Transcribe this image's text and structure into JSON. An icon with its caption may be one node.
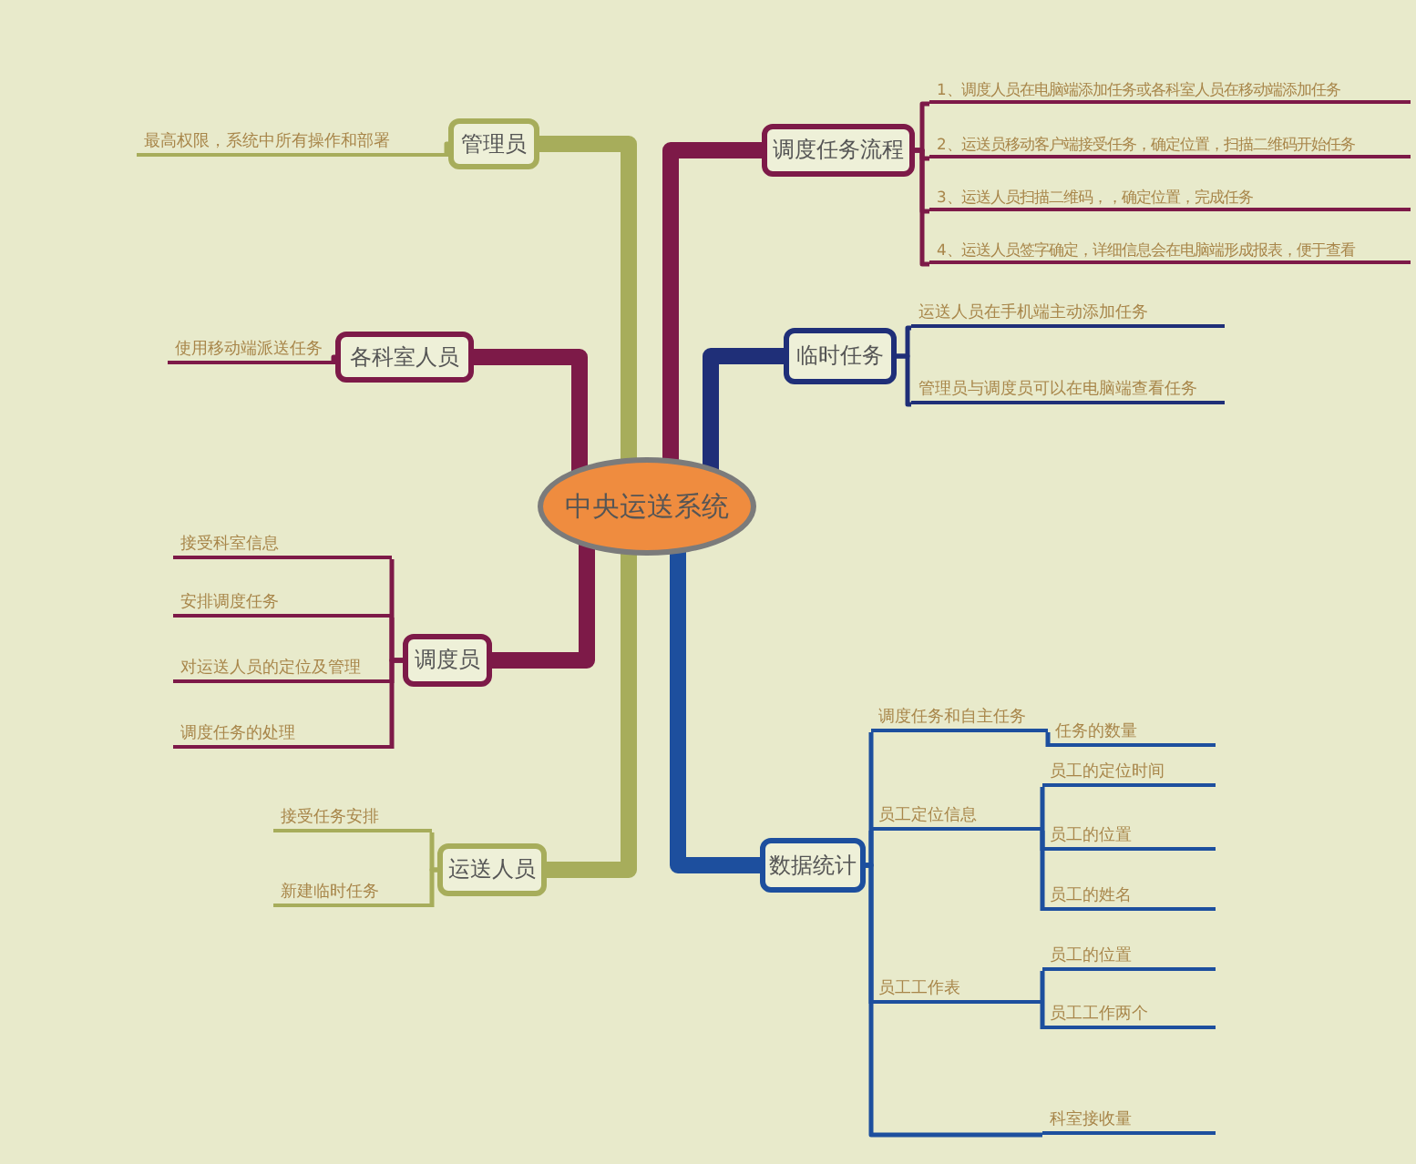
{
  "diagram": {
    "nodes": [
      {
        "text": [
          "中央运送系统"
        ]
      },
      {
        "text": [
          "管理员"
        ]
      },
      {
        "text": [
          "最高权限，系统中所有操作和部署"
        ]
      },
      {
        "text": [
          "调度任务流程"
        ]
      },
      {
        "text": [
          "1、调度人员在电脑端添加任务或各科室人员在移动端添加任务"
        ]
      },
      {
        "text": [
          "2、运送员移动客户端接受任务，确定位置，扫描二维码开始任务"
        ]
      },
      {
        "text": [
          "3、运送人员扫描二维码，，确定位置，完成任务"
        ]
      },
      {
        "text": [
          "4、运送人员签字确定，详细信息会在电脑端形成报表，便于查看"
        ]
      },
      {
        "text": [
          "各科室人员"
        ]
      },
      {
        "text": [
          "使用移动端派送任务"
        ]
      },
      {
        "text": [
          "临时任务"
        ]
      },
      {
        "text": [
          "运送人员在手机端主动添加任务"
        ]
      },
      {
        "text": [
          "管理员与调度员可以在电脑端查看任务"
        ]
      },
      {
        "text": [
          "调度员"
        ]
      },
      {
        "text": [
          "接受科室信息"
        ]
      },
      {
        "text": [
          "安排调度任务"
        ]
      },
      {
        "text": [
          "对运送人员的定位及管理"
        ]
      },
      {
        "text": [
          "调度任务的处理"
        ]
      },
      {
        "text": [
          "数据统计"
        ]
      },
      {
        "text": [
          "调度任务和自主任务"
        ]
      },
      {
        "text": [
          "任务的数量"
        ]
      },
      {
        "text": [
          "员工定位信息"
        ]
      },
      {
        "text": [
          "员工的定位时间"
        ]
      },
      {
        "text": [
          "员工的位置"
        ]
      },
      {
        "text": [
          "员工的姓名"
        ]
      },
      {
        "text": [
          "运送人员"
        ]
      },
      {
        "text": [
          "接受任务安排"
        ]
      },
      {
        "text": [
          "新建临时任务"
        ]
      },
      {
        "text": [
          "员工工作表"
        ]
      },
      {
        "text": [
          "员工的位置"
        ]
      },
      {
        "text": [
          "员工工作两个"
        ]
      },
      {
        "text": [
          "科室接收量"
        ]
      }
    ],
    "edges": [
      {
        "from": 0,
        "to": 1,
        "arrow": "none",
        "style": "thick",
        "color": "#a7ad5b"
      },
      {
        "from": 1,
        "to": 2,
        "arrow": "none",
        "color": "#a7ad5b"
      },
      {
        "from": 0,
        "to": 3,
        "arrow": "none",
        "style": "thick",
        "color": "#7d1a48"
      },
      {
        "from": 3,
        "to": 4,
        "arrow": "none",
        "color": "#7d1a48"
      },
      {
        "from": 3,
        "to": 5,
        "arrow": "none",
        "color": "#7d1a48"
      },
      {
        "from": 3,
        "to": 6,
        "arrow": "none",
        "color": "#7d1a48"
      },
      {
        "from": 3,
        "to": 7,
        "arrow": "none",
        "color": "#7d1a48"
      },
      {
        "from": 0,
        "to": 8,
        "arrow": "none",
        "style": "thick",
        "color": "#7d1a48"
      },
      {
        "from": 8,
        "to": 9,
        "arrow": "none",
        "color": "#7d1a48"
      },
      {
        "from": 0,
        "to": 10,
        "arrow": "none",
        "style": "thick",
        "color": "#1f2f78"
      },
      {
        "from": 10,
        "to": 11,
        "arrow": "none",
        "color": "#1f2f78"
      },
      {
        "from": 10,
        "to": 12,
        "arrow": "none",
        "color": "#1f2f78"
      },
      {
        "from": 0,
        "to": 13,
        "arrow": "none",
        "style": "thick",
        "color": "#7d1a48"
      },
      {
        "from": 13,
        "to": 14,
        "arrow": "none",
        "color": "#7d1a48"
      },
      {
        "from": 13,
        "to": 15,
        "arrow": "none",
        "color": "#7d1a48"
      },
      {
        "from": 13,
        "to": 16,
        "arrow": "none",
        "color": "#7d1a48"
      },
      {
        "from": 13,
        "to": 17,
        "arrow": "none",
        "color": "#7d1a48"
      },
      {
        "from": 0,
        "to": 18,
        "arrow": "none",
        "style": "thick",
        "color": "#1d4f9e"
      },
      {
        "from": 18,
        "to": 19,
        "arrow": "none",
        "color": "#1d4f9e"
      },
      {
        "from": 19,
        "to": 20,
        "arrow": "none",
        "color": "#1d4f9e"
      },
      {
        "from": 18,
        "to": 21,
        "arrow": "none",
        "color": "#1d4f9e"
      },
      {
        "from": 21,
        "to": 22,
        "arrow": "none",
        "color": "#1d4f9e"
      },
      {
        "from": 21,
        "to": 23,
        "arrow": "none",
        "color": "#1d4f9e"
      },
      {
        "from": 21,
        "to": 24,
        "arrow": "none",
        "color": "#1d4f9e"
      },
      {
        "from": 0,
        "to": 25,
        "arrow": "none",
        "style": "thick",
        "color": "#a7ad5b"
      },
      {
        "from": 25,
        "to": 26,
        "arrow": "none",
        "color": "#a7ad5b"
      },
      {
        "from": 25,
        "to": 27,
        "arrow": "none",
        "color": "#a7ad5b"
      },
      {
        "from": 18,
        "to": 28,
        "arrow": "none",
        "color": "#1d4f9e"
      },
      {
        "from": 28,
        "to": 29,
        "arrow": "none",
        "color": "#1d4f9e"
      },
      {
        "from": 28,
        "to": 30,
        "arrow": "none",
        "color": "#1d4f9e"
      },
      {
        "from": 18,
        "to": 31,
        "arrow": "none",
        "color": "#1d4f9e"
      }
    ]
  }
}
